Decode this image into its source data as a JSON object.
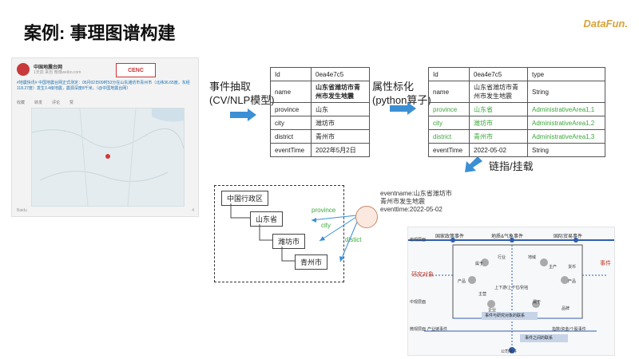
{
  "page": {
    "title": "案例: 事理图谱构建",
    "logo": "DataFun."
  },
  "weibo": {
    "account": "中国地震台网",
    "meta": "1天前 来自 微博weibo.com",
    "text": "#地震快讯# 中国地震台网正式测定：05月02日09时53分在山东潍坊市青州市（北纬36.65度，东经118.27度）发生3.4级地震，震源深度8千米。（@中国地震台网）",
    "actions": [
      "收藏",
      "转发",
      "评论",
      "赞"
    ],
    "map_logo": "CENC",
    "footer_left": "Baidu",
    "footer_right": "4"
  },
  "step1": {
    "label_line1": "事件抽取",
    "label_line2": "(CV/NLP模型)"
  },
  "step2": {
    "label_line1": "属性标化",
    "label_line2": "(python算子)"
  },
  "step3": {
    "label": "链指/挂载"
  },
  "table1": {
    "rows": [
      {
        "k": "Id",
        "v": "0ea4e7c5"
      },
      {
        "k": "name",
        "v": "山东省潍坊市青州市发生地震"
      },
      {
        "k": "province",
        "v": "山东"
      },
      {
        "k": "city",
        "v": "潍坊市"
      },
      {
        "k": "district",
        "v": "青州市"
      },
      {
        "k": "eventTime",
        "v": "2022年5月2日"
      }
    ]
  },
  "table2": {
    "rows": [
      {
        "k": "Id",
        "v": "0ea4e7c5",
        "t": "type"
      },
      {
        "k": "name",
        "v": "山东省潍坊市青州市发生地震",
        "t": "String"
      },
      {
        "k": "province",
        "v": "山东省",
        "t": "AdministrativeArea1,1"
      },
      {
        "k": "city",
        "v": "潍坊市",
        "t": "AdministrativeArea1,2"
      },
      {
        "k": "district",
        "v": "青州市",
        "t": "AdministrativeArea1,3"
      },
      {
        "k": "eventTime",
        "v": "2022-05-02",
        "t": "String"
      }
    ]
  },
  "admin_diagram": {
    "root": "中国行政区",
    "province": "山东省",
    "city": "潍坊市",
    "district": "青州市",
    "rel_province": "province",
    "rel_city": "city",
    "rel_district": "distict"
  },
  "event_node": {
    "line1": "eventname:山东省潍坊市",
    "line2": "青州市发生地震",
    "line3": "eventtime:2022-05-02"
  },
  "graph": {
    "top_labels": [
      "国家政策事件",
      "地质&气象事件",
      "国际贸易事件"
    ],
    "left_layers": [
      "宏观层面",
      "中观层面",
      "微观层面"
    ],
    "left_red": "研究对象",
    "right_red": "事件",
    "inner_nodes": [
      "属于",
      "行业",
      "地域",
      "主产",
      "货币",
      "产品",
      "主营",
      "上下游/上下位/别名",
      "产品",
      "企业",
      "属于",
      "品牌"
    ],
    "bottom_box1": "事件与研究对象的联系",
    "bottom_box2": "事件之间的联系",
    "bottom_left": "产业链事件",
    "bottom_right": "指数/资金/个股事件",
    "bottom_center": "公司事件"
  },
  "colors": {
    "arrow_blue": "#3b8fd4",
    "green": "#3aa83a",
    "logo_gold": "#d9a23a",
    "graph_blue": "#2f5fb0",
    "graph_red": "#c0392b"
  }
}
